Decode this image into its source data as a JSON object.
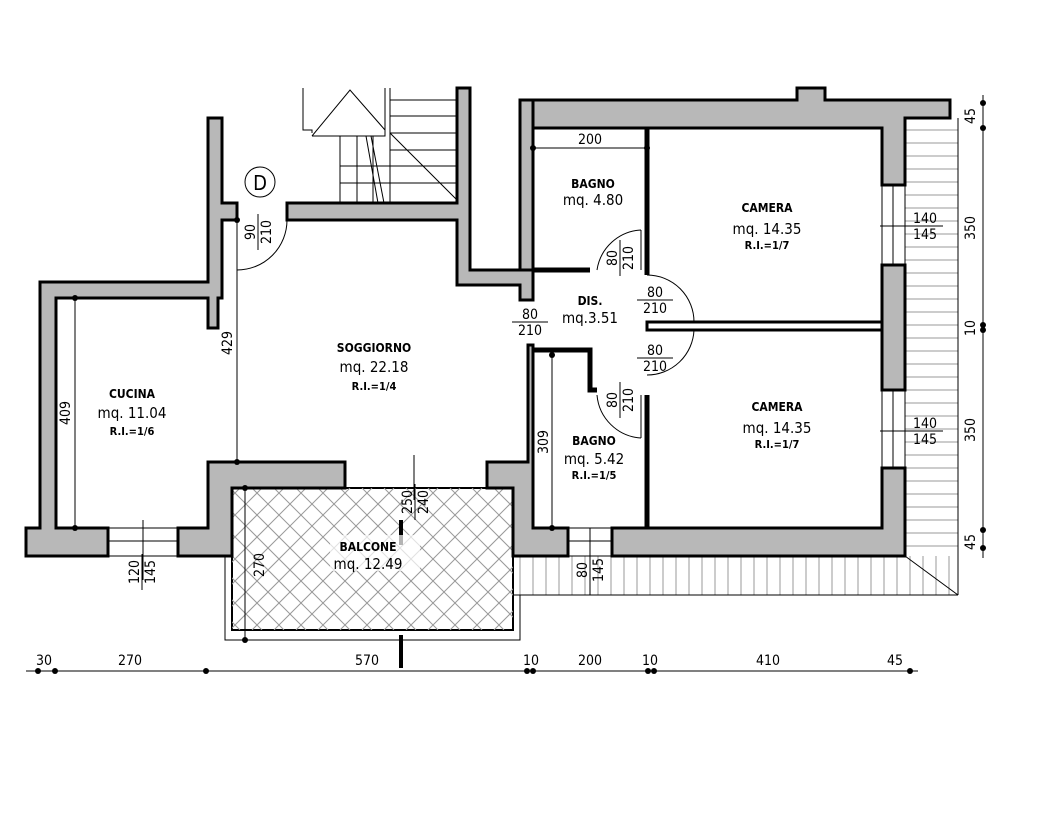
{
  "door_marker": "D",
  "rooms": {
    "cucina": {
      "name": "CUCINA",
      "area": "mq.  11.04",
      "ri": "R.I.=1/6"
    },
    "soggiorno": {
      "name": "SOGGIORNO",
      "area": "mq.  22.18",
      "ri": "R.I.=1/4"
    },
    "bagno1": {
      "name": "BAGNO",
      "area": "mq.  4.80"
    },
    "dis": {
      "name": "DIS.",
      "area": "mq.3.51"
    },
    "bagno2": {
      "name": "BAGNO",
      "area": "mq.  5.42",
      "ri": "R.I.=1/5"
    },
    "camera1": {
      "name": "CAMERA",
      "area": "mq.  14.35",
      "ri": "R.I.=1/7"
    },
    "camera2": {
      "name": "CAMERA",
      "area": "mq.  14.35",
      "ri": "R.I.=1/7"
    },
    "balcone": {
      "name": "BALCONE",
      "area": "mq.  12.49"
    }
  },
  "openings": {
    "entry": [
      "90",
      "210"
    ],
    "dis_left": [
      "80",
      "210"
    ],
    "bagno1_door": [
      "80",
      "210"
    ],
    "camera1_door": [
      "80",
      "210"
    ],
    "camera2_door": [
      "80",
      "210"
    ],
    "bagno2_door": [
      "80",
      "210"
    ],
    "cucina_window": [
      "120",
      "145"
    ],
    "balcone_door": [
      "250",
      "240"
    ],
    "bagno2_window": [
      "80",
      "145"
    ],
    "camera1_window": [
      "140",
      "145"
    ],
    "camera2_window": [
      "140",
      "145"
    ]
  },
  "inner_dims": {
    "cucina": "409",
    "soggiorno": "429",
    "bagno1": "200",
    "bagno2": "309",
    "balcone": "270"
  },
  "bottom_dims": [
    "30",
    "270",
    "570",
    "10",
    "200",
    "10",
    "410",
    "45"
  ],
  "right_dims": [
    "45",
    "350",
    "10",
    "350",
    "45"
  ]
}
